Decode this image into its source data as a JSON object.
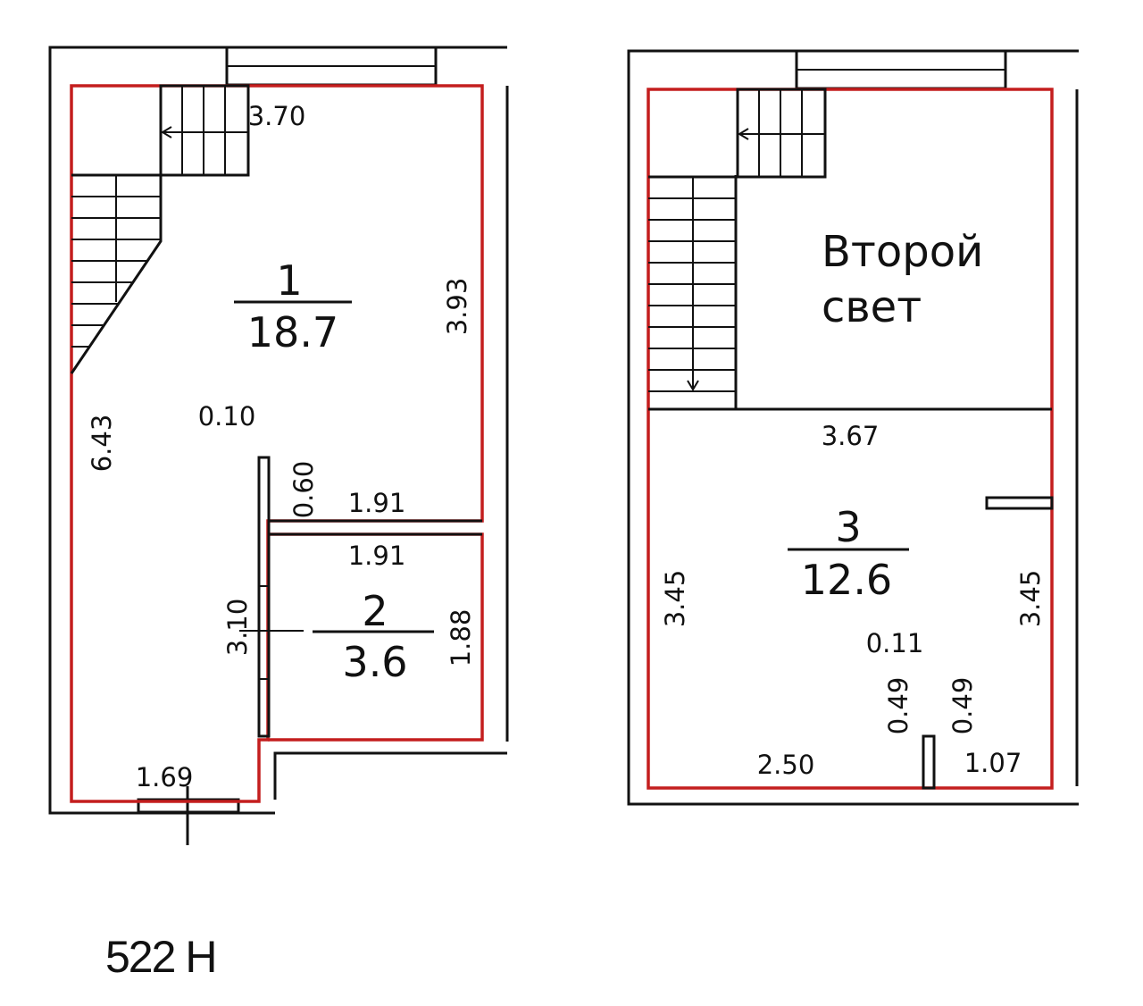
{
  "level1": {
    "room1": {
      "number": "1",
      "area": "18.7"
    },
    "room2": {
      "number": "2",
      "area": "3.6"
    },
    "dims": {
      "d_3_70": "3.70",
      "d_3_93": "3.93",
      "d_6_43": "6.43",
      "d_0_10": "0.10",
      "d_0_60": "0.60",
      "d_1_91_a": "1.91",
      "d_1_91_b": "1.91",
      "d_3_10": "3.10",
      "d_1_88": "1.88",
      "d_1_69": "1.69"
    }
  },
  "level2": {
    "room3": {
      "number": "3",
      "area": "12.6"
    },
    "second_light": [
      "Второй",
      "свет"
    ],
    "dims": {
      "d_3_67": "3.67",
      "d_3_45_left": "3.45",
      "d_3_45_right": "3.45",
      "d_0_11": "0.11",
      "d_0_49_a": "0.49",
      "d_0_49_b": "0.49",
      "d_2_50": "2.50",
      "d_1_07": "1.07"
    }
  },
  "unit_label": "522 Н",
  "colors": {
    "outline": "#c41e1e",
    "wall": "#111111"
  }
}
